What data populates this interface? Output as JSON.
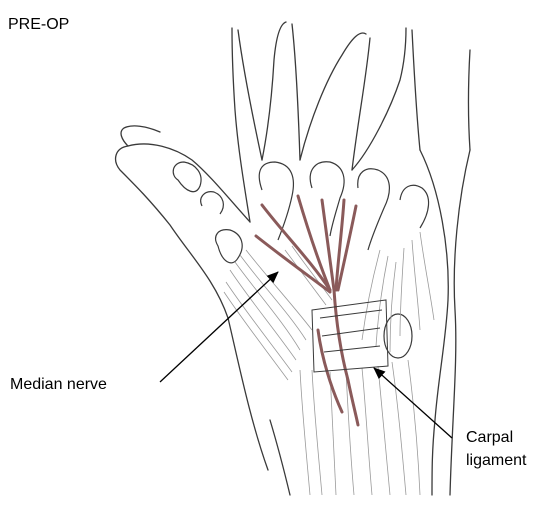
{
  "title": "PRE-OP",
  "labels": {
    "median_nerve": "Median nerve",
    "carpal_ligament_line1": "Carpal",
    "carpal_ligament_line2": "ligament"
  },
  "colors": {
    "outline": "#3a3a3a",
    "tendon": "#9a9a9a",
    "nerve": "#8a5a5a",
    "arrow": "#000000"
  }
}
